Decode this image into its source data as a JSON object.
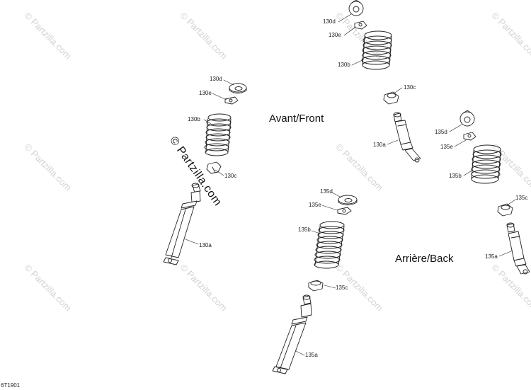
{
  "headings": {
    "front": "Avant/Front",
    "back": "Arrière/Back"
  },
  "watermark": {
    "text": "© Partzilla.com",
    "center_text": "© Partzilla.com"
  },
  "diagram_code": "6T1901",
  "groups": {
    "front_left": {
      "cap": "130d",
      "retainer": "130e",
      "spring": "130b",
      "mount": "130c",
      "shock": "130a"
    },
    "front_right": {
      "cap": "130d",
      "retainer": "130e",
      "spring": "130b",
      "mount": "130c",
      "shock": "130a"
    },
    "back_left": {
      "cap": "135d",
      "retainer": "135e",
      "spring": "135b",
      "mount": "135c",
      "shock": "135a"
    },
    "back_right": {
      "cap": "135d",
      "retainer": "135e",
      "spring": "135b",
      "mount": "135c",
      "shock": "135a"
    }
  },
  "colors": {
    "line": "#222222",
    "watermark": "#d3d3d3",
    "background": "#ffffff"
  }
}
